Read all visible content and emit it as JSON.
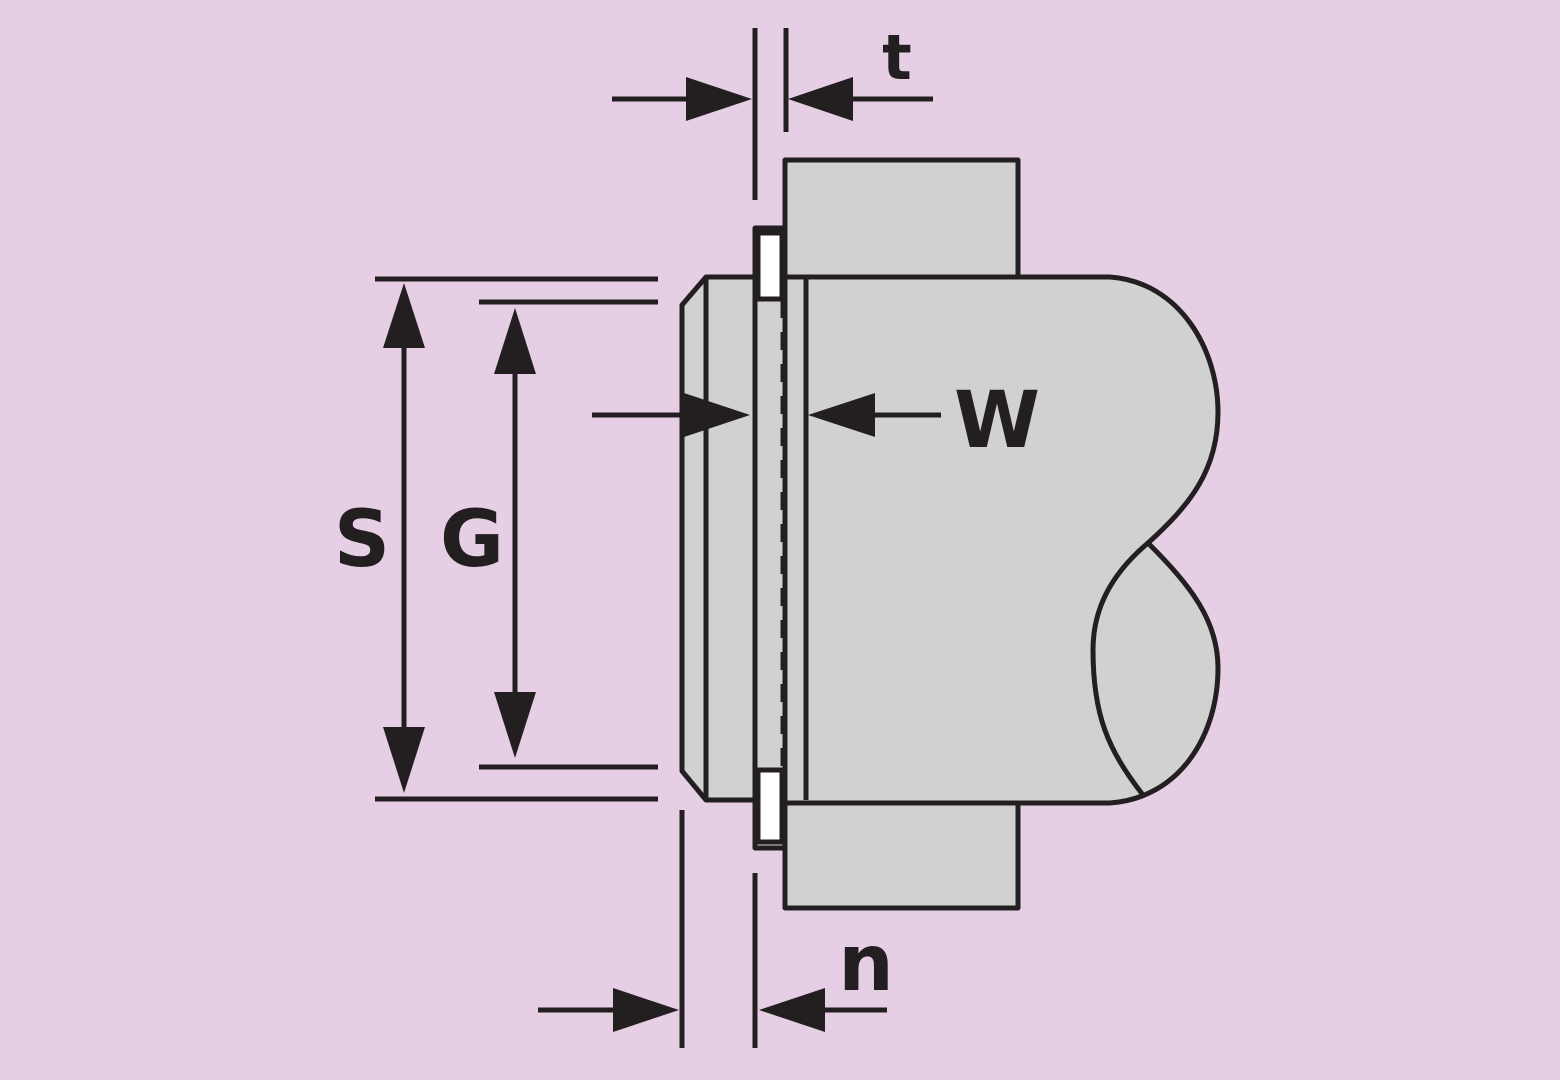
{
  "diagram": {
    "colors": {
      "background": "#e6cfe5",
      "part_fill": "#d1d1d1",
      "stroke": "#231f20",
      "gap_fill": "#ffffff"
    },
    "labels": {
      "t": "t",
      "w": "W",
      "s": "S",
      "g": "G",
      "n": "n"
    }
  }
}
